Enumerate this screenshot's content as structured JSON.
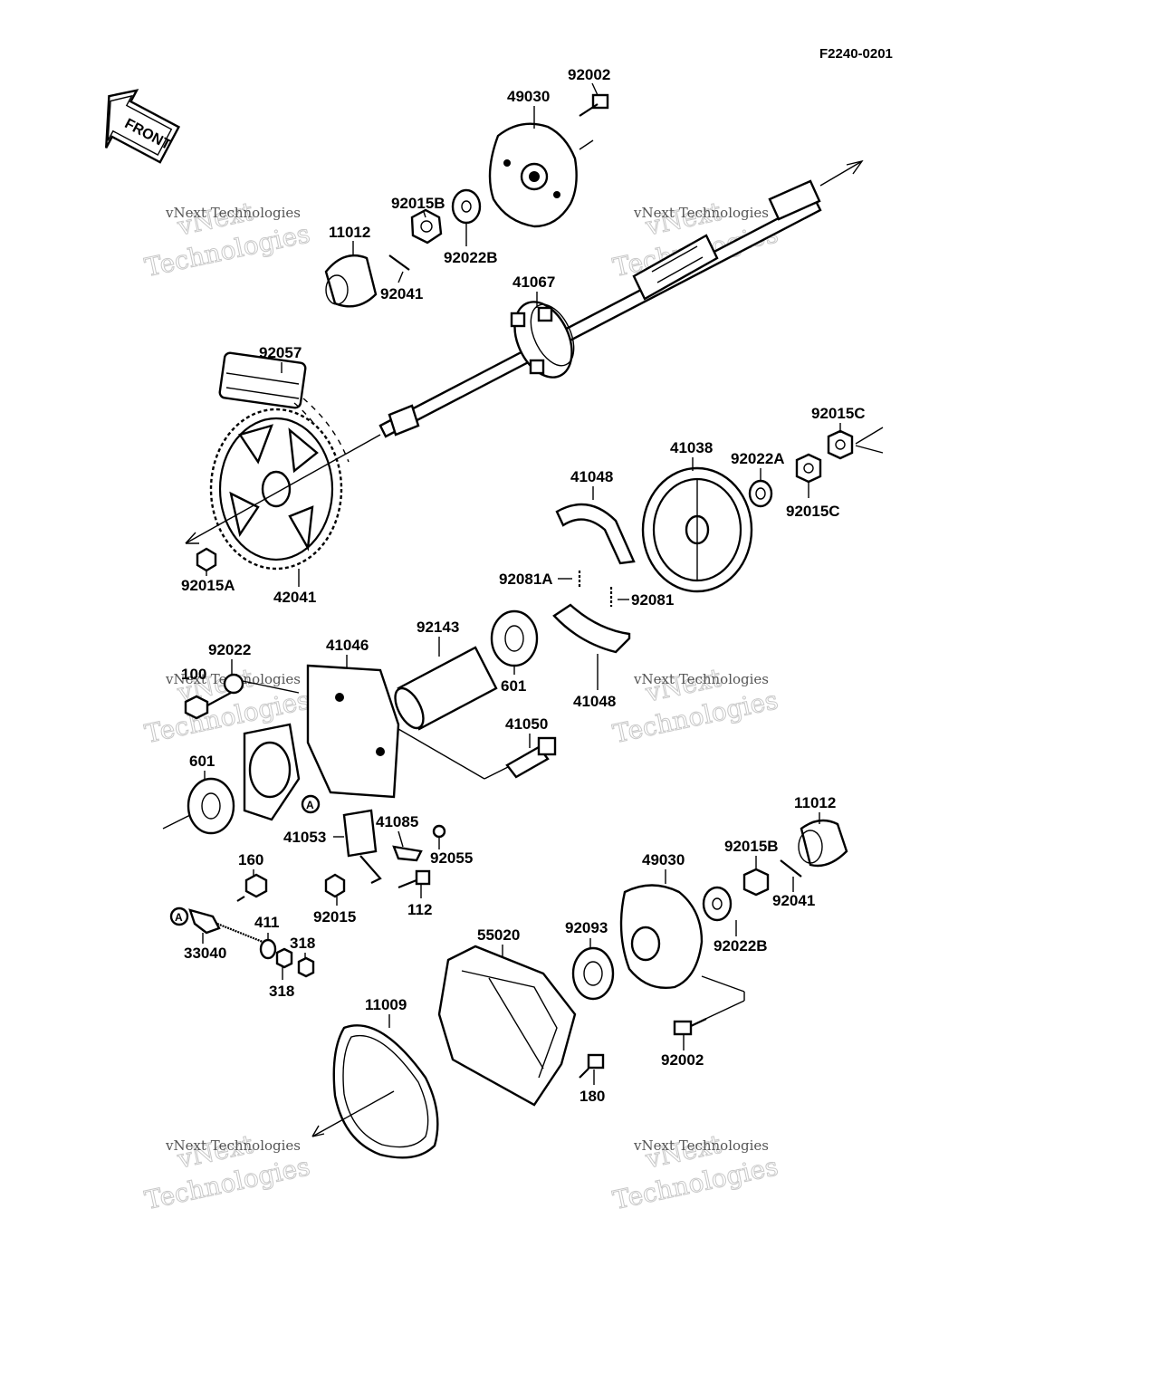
{
  "diagram_code": "F2240-0201",
  "front_label": "FRONT",
  "callout_a": "A",
  "watermark": {
    "line1": "vNext Technologies",
    "line2": "vNext",
    "line3": "Technologies"
  },
  "parts": {
    "p92002_top": "92002",
    "p49030_top": "49030",
    "p92015B_top": "92015B",
    "p11012_top": "11012",
    "p92022B_top": "92022B",
    "p92041_top": "92041",
    "p41067": "41067",
    "p92057": "92057",
    "p92015C_top": "92015C",
    "p41038": "41038",
    "p92022A": "92022A",
    "p92015C_bot": "92015C",
    "p41048_top": "41048",
    "p92081A": "92081A",
    "p92081": "92081",
    "p92015A": "92015A",
    "p42041": "42041",
    "p92143": "92143",
    "p41046": "41046",
    "p92022": "92022",
    "p100": "100",
    "p601_mid": "601",
    "p41048_bot": "41048",
    "p41050": "41050",
    "p601_left": "601",
    "p41053": "41053",
    "p41085": "41085",
    "p92055": "92055",
    "p11012_bot": "11012",
    "p92015B_bot": "92015B",
    "p49030_bot": "49030",
    "p160": "160",
    "p92015": "92015",
    "p112": "112",
    "p92041_bot": "92041",
    "p411": "411",
    "p318_a": "318",
    "p318_b": "318",
    "p33040": "33040",
    "p55020": "55020",
    "p92093": "92093",
    "p92022B_bot": "92022B",
    "p11009": "11009",
    "p92002_bot": "92002",
    "p180": "180"
  }
}
